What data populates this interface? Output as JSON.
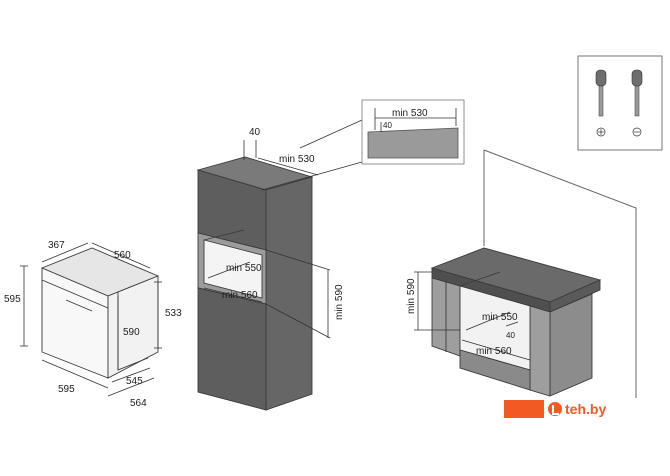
{
  "oven": {
    "height": "595",
    "depth_top": "367",
    "width_inner_top": "560",
    "height_inner": "590",
    "height_cutout": "533",
    "width_front": "595",
    "width_545": "545",
    "width_564": "564"
  },
  "tall_cabinet": {
    "top_offset": "40",
    "top_depth": "min 530",
    "niche_depth": "min 550",
    "niche_width": "min 560",
    "niche_height": "min 590"
  },
  "detail": {
    "depth": "min 530",
    "offset": "40"
  },
  "undercounter": {
    "niche_height": "min 590",
    "niche_depth": "min 550",
    "offset": "40",
    "niche_width": "min 560"
  },
  "tools": {
    "icons": [
      "phillips-screwdriver-icon",
      "flat-screwdriver-icon"
    ]
  },
  "watermark": {
    "text": "teh.by",
    "color": "#f25a23"
  },
  "colors": {
    "cabinet_dark": "#5c5c5c",
    "cabinet_mid": "#8a8a8a",
    "cabinet_light": "#a6a6a6",
    "accent": "#f25a23"
  }
}
